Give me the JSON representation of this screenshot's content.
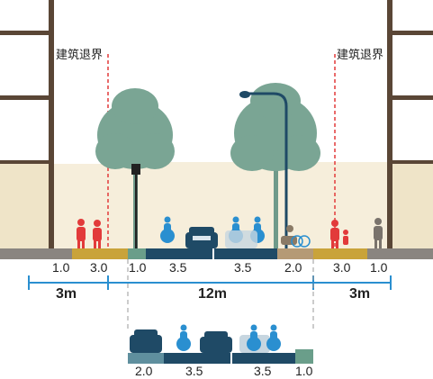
{
  "setback_left_label": "建筑退界",
  "setback_right_label": "建筑退界",
  "top_widths": [
    "1.0",
    "3.0",
    "1.0",
    "3.5",
    "3.5",
    "2.0",
    "3.0",
    "1.0"
  ],
  "span_labels": {
    "left": "3m",
    "center": "12m",
    "right": "3m"
  },
  "bottom_widths": [
    "2.0",
    "3.5",
    "3.5",
    "1.0"
  ],
  "colors": {
    "building": "#5a4636",
    "plaza": "#f4ecd8",
    "ground_grey": "#8a8580",
    "ochre": "#c9a33a",
    "teal_green": "#6a9e8a",
    "road": "#1f4a66",
    "tree": "#6f9a8a",
    "pedestrian": "#e23a3a",
    "bike_blue": "#2a8fd0",
    "dim_line": "#2a8fd0",
    "setback_line": "#e23a3a"
  }
}
